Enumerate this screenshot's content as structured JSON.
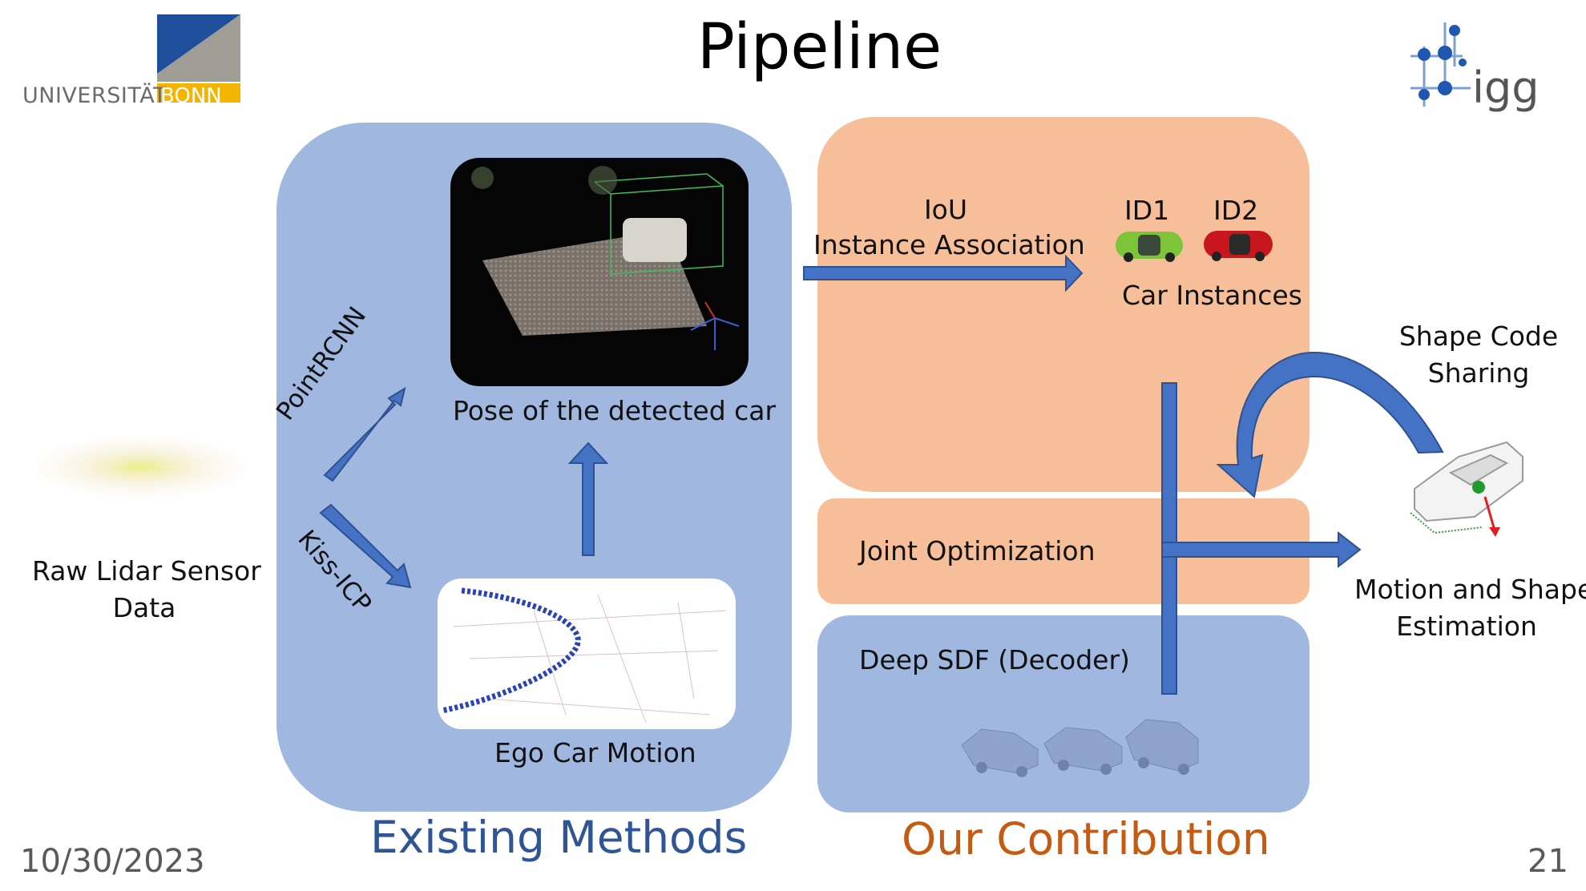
{
  "slide": {
    "title": "Pipeline",
    "date": "10/30/2023",
    "page": "21"
  },
  "logos": {
    "uni": {
      "left_text": "UNIVERSITÄT",
      "right_text": "BONN"
    },
    "igg": {
      "text": "igg"
    }
  },
  "inputs": {
    "raw_lidar": [
      "Raw Lidar Sensor",
      "Data"
    ]
  },
  "existing": {
    "caption": "Existing Methods",
    "pose_label": "Pose of the detected car",
    "ego_label": "Ego Car Motion",
    "pointrcnn": "PointRCNN",
    "kiss_icp": "Kiss-ICP"
  },
  "contribution": {
    "caption": "Our Contribution",
    "iou": "IoU",
    "instance_association": "Instance Association",
    "id1": "ID1",
    "id2": "ID2",
    "car_instances": "Car Instances",
    "joint_optimization": "Joint Optimization",
    "deep_sdf": "Deep SDF (Decoder)"
  },
  "outputs": {
    "shape_code_sharing": [
      "Shape Code",
      "Sharing"
    ],
    "motion_shape": [
      "Motion and Shape",
      "Estimation"
    ]
  },
  "colors": {
    "blue_panel": "#a0b7e0",
    "orange_panel": "#f7bf99",
    "arrow": "#4472c4",
    "arrow_stroke": "#2f528f",
    "existing_caption": "#2f5597",
    "contribution_caption": "#c55a11",
    "bonn_yellow": "#f5b400",
    "bonn_blue": "#1f4e9b"
  }
}
